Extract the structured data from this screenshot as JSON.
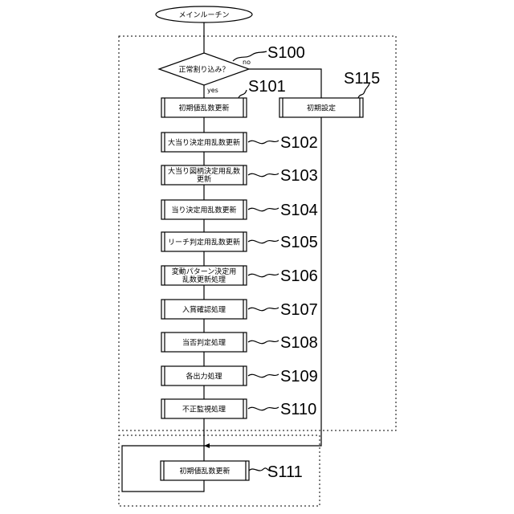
{
  "start": "メインルーチン",
  "decision": "正常割り込み？",
  "branch_yes": "yes",
  "branch_no": "no",
  "steps": [
    {
      "id": "S101",
      "lines": [
        "初期値乱数更新"
      ]
    },
    {
      "id": "S102",
      "lines": [
        "大当り決定用乱数更新"
      ]
    },
    {
      "id": "S103",
      "lines": [
        "大当り図柄決定用乱数",
        "更新"
      ]
    },
    {
      "id": "S104",
      "lines": [
        "当り決定用乱数更新"
      ]
    },
    {
      "id": "S105",
      "lines": [
        "リーチ判定用乱数更新"
      ]
    },
    {
      "id": "S106",
      "lines": [
        "変動パターン決定用",
        "乱数更新処理"
      ]
    },
    {
      "id": "S107",
      "lines": [
        "入賞確認処理"
      ]
    },
    {
      "id": "S108",
      "lines": [
        "当否判定処理"
      ]
    },
    {
      "id": "S109",
      "lines": [
        "各出力処理"
      ]
    },
    {
      "id": "S110",
      "lines": [
        "不正監視処理"
      ]
    }
  ],
  "labels": {
    "decision": "S100",
    "init": "S115",
    "last": "S111"
  },
  "init_step": "初期設定",
  "final_step": "初期値乱数更新"
}
